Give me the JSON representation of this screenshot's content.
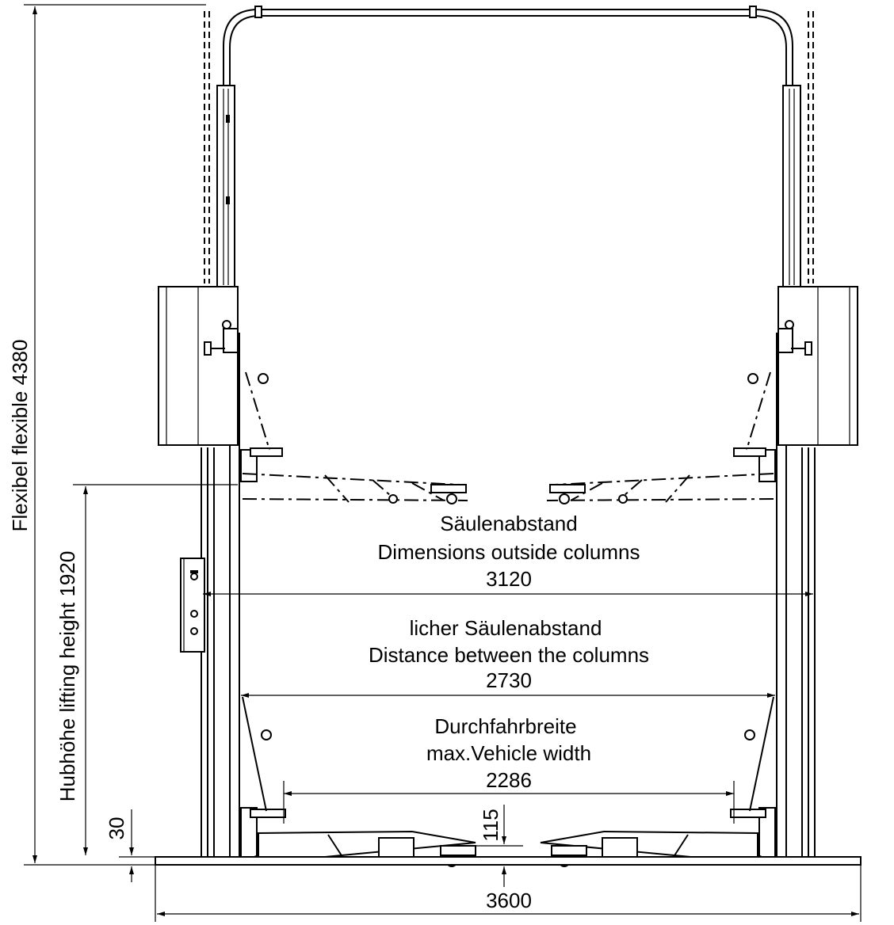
{
  "dimensions": {
    "overall_height": {
      "label": "Flexibel  flexible 4380"
    },
    "lifting_height": {
      "label": "Hubhöhe lifting height 1920"
    },
    "min_height": {
      "label": "30"
    },
    "pad_height": {
      "label": "115"
    },
    "outside_columns": {
      "line1": "Säulenabstand",
      "line2": "Dimensions outside columns",
      "value": "3120"
    },
    "between_columns": {
      "line1": "licher Säulenabstand",
      "line2": "Distance between the columns",
      "value": "2730"
    },
    "vehicle_width": {
      "line1": "Durchfahrbreite",
      "line2": "max.Vehicle width",
      "value": "2286"
    },
    "base_width": {
      "value": "3600"
    }
  }
}
